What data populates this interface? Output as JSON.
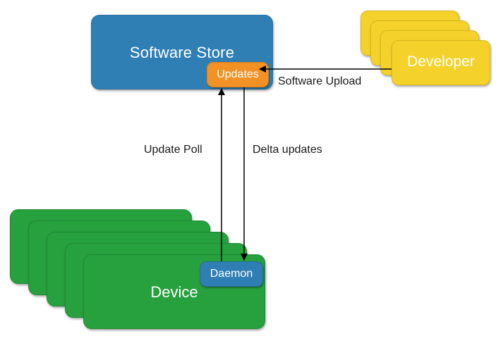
{
  "nodes": {
    "store": {
      "label": "Software Store"
    },
    "updates": {
      "label": "Updates"
    },
    "developer": {
      "label": "Developer"
    },
    "device": {
      "label": "Device"
    },
    "daemon": {
      "label": "Daemon"
    }
  },
  "edges": {
    "upload": {
      "label": "Software Upload"
    },
    "poll": {
      "label": "Update Poll"
    },
    "delta": {
      "label": "Delta updates"
    }
  },
  "colors": {
    "store": "#2f7fb5",
    "updates": "#f29226",
    "developer": "#f4d22b",
    "device": "#27a03e",
    "daemon": "#2f7fb5",
    "arrow": "#000000"
  }
}
